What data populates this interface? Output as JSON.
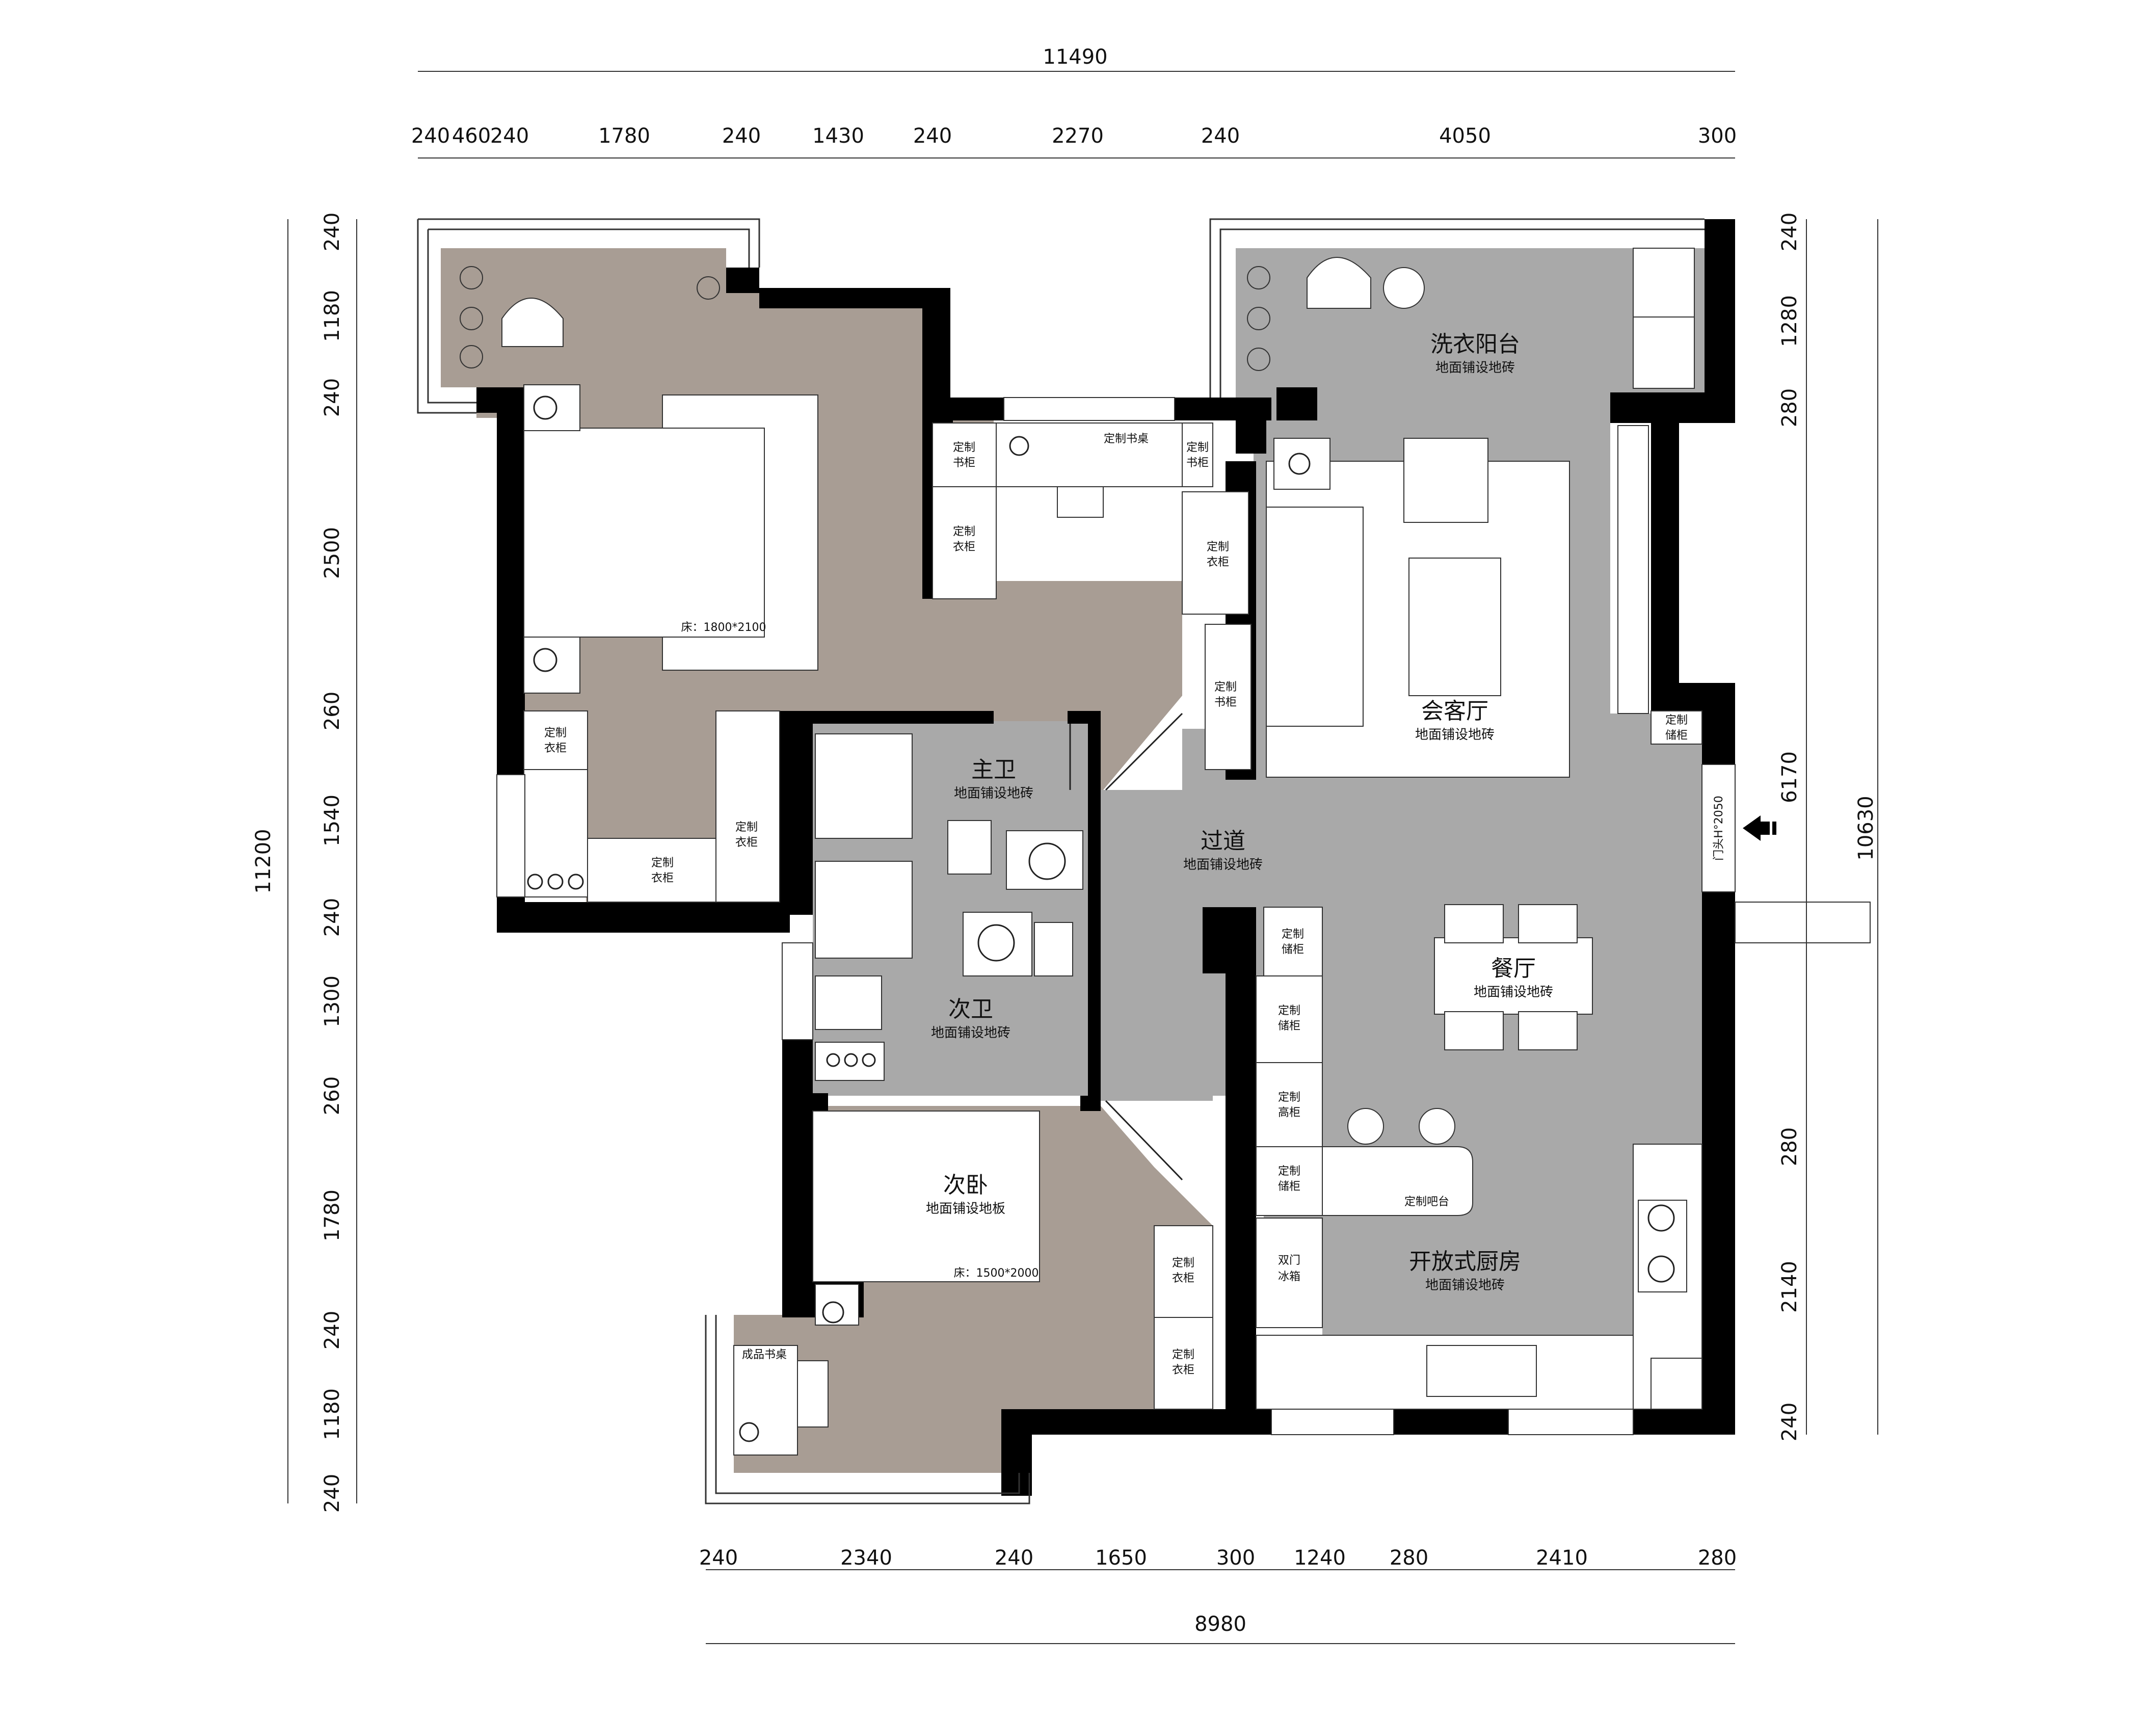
{
  "colors": {
    "wall": "#000000",
    "floor_wood": "#a89d94",
    "floor_tile": "#a9a9a9",
    "furniture": "#ffffff",
    "line": "#222222"
  },
  "dimensions": {
    "top_total": "11490",
    "top": [
      "240",
      "460",
      "240",
      "1780",
      "240",
      "1430",
      "240",
      "2270",
      "240",
      "4050",
      "300"
    ],
    "bottom_total": "8980",
    "bottom": [
      "240",
      "2340",
      "240",
      "1650",
      "300",
      "1240",
      "280",
      "2410",
      "280"
    ],
    "left_total": "11200",
    "left": [
      "240",
      "1180",
      "240",
      "2500",
      "260",
      "1540",
      "240",
      "1300",
      "260",
      "1780",
      "240",
      "1180",
      "240"
    ],
    "right_total": "10630",
    "right_upper": [
      "240",
      "1280",
      "280"
    ],
    "right_mid": "6170",
    "right_lower": [
      "280",
      "2140",
      "240"
    ]
  },
  "rooms": {
    "laundry_balcony": {
      "name": "洗衣阳台",
      "floor": "地面铺设地砖"
    },
    "living_room": {
      "name": "会客厅",
      "floor": "地面铺设地砖"
    },
    "corridor": {
      "name": "过道",
      "floor": "地面铺设地砖"
    },
    "master_bath": {
      "name": "主卫",
      "floor": "地面铺设地砖"
    },
    "second_bath": {
      "name": "次卫",
      "floor": "地面铺设地砖"
    },
    "dining": {
      "name": "餐厅",
      "floor": "地面铺设地砖"
    },
    "second_bedroom": {
      "name": "次卧",
      "floor": "地面铺设地板"
    },
    "kitchen": {
      "name": "开放式厨房",
      "floor": "地面铺设地砖"
    }
  },
  "furniture": {
    "custom_desk": "定制书桌",
    "bookcase_a": [
      "定制",
      "书柜"
    ],
    "bookcase_b": [
      "定制",
      "书柜"
    ],
    "bookcase_c": [
      "定制",
      "书柜"
    ],
    "wardrobe_a": [
      "定制",
      "衣柜"
    ],
    "wardrobe_b": [
      "定制",
      "衣柜"
    ],
    "wardrobe_c": [
      "定制",
      "衣柜"
    ],
    "wardrobe_d": [
      "定制",
      "衣柜"
    ],
    "wardrobe_e": [
      "定制",
      "衣柜"
    ],
    "wardrobe_f": [
      "定制",
      "衣柜"
    ],
    "wardrobe_g": [
      "定制",
      "衣柜"
    ],
    "storage_entry": [
      "定制",
      "储柜"
    ],
    "storage_a": [
      "定制",
      "储柜"
    ],
    "storage_b": [
      "定制",
      "储柜"
    ],
    "storage_c": [
      "定制",
      "储柜"
    ],
    "tall_cabinet": [
      "定制",
      "高柜"
    ],
    "fridge": [
      "双门",
      "冰箱"
    ],
    "bar": "定制吧台",
    "master_bed": "床：1800*2100",
    "second_bed": "床：1500*2000",
    "ready_desk": "成品书桌",
    "door_height": "门头H°2050"
  }
}
